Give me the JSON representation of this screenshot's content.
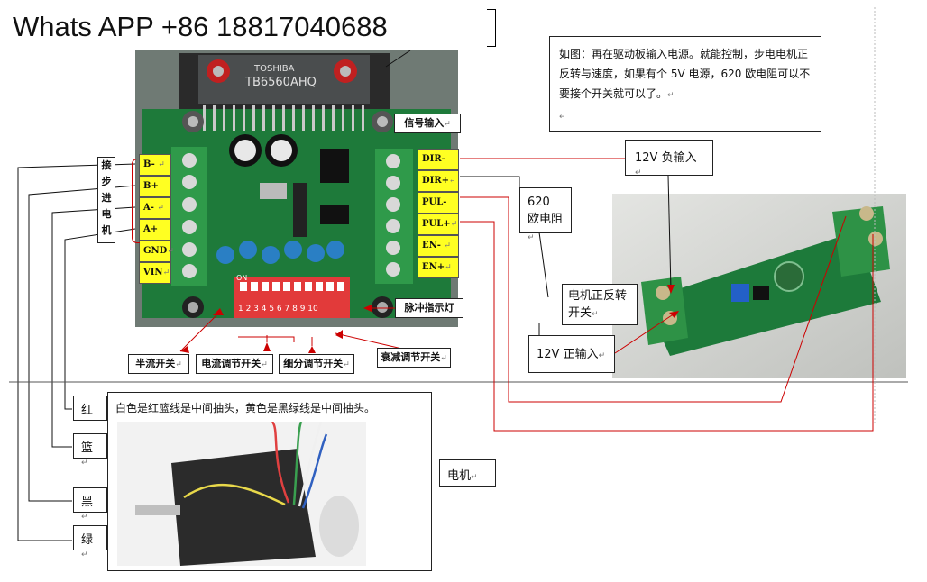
{
  "header": {
    "contact": "Whats APP +86 18817040688"
  },
  "notes": {
    "top": "如图：再在驱动板输入电源。就能控制，步电电机正反转与速度，如果有个 5V 电源，620 欧电阻可以不要接个开关就可以了。",
    "neg_input": "12V 负输入",
    "resistor": "620 欧电阻",
    "switch": "电机正反转开关",
    "pos_input": "12V 正输入",
    "wire_colors": "白色是红篮线是中间抽头，黄色是黑绿线是中间抽头。",
    "motor": "电机"
  },
  "board": {
    "chip": "TB6560AHQ",
    "brand": "TOSHIBA",
    "on_label": "ON",
    "dip_numbers": "1 2 3 4 5 6 7 8 9 10"
  },
  "left_terminals": [
    "B-",
    "B+",
    "A-",
    "A+",
    "GND",
    "VIN"
  ],
  "right_terminals": [
    "DIR-",
    "DIR+",
    "PUL-",
    "PUL+",
    "EN-",
    "EN+"
  ],
  "vertical_label": [
    "接",
    "步",
    "进",
    "电",
    "机"
  ],
  "callouts": {
    "signal_input": "信号输入",
    "pulse_led": "脉冲指示灯",
    "half_current": "半流开关",
    "current_adjust": "电流调节开关",
    "microstep": "细分调节开关",
    "decay": "衰减调节开关"
  },
  "wire_labels": [
    "红",
    "篮",
    "黑",
    "绿"
  ],
  "return_mark": "↵",
  "colors": {
    "label_yellow": "#ffff22",
    "wire_red": "#cc0000",
    "pcb_green": "#1e7a3a",
    "terminal_green": "#2f9a4a",
    "dip_red": "#e23a3a"
  }
}
